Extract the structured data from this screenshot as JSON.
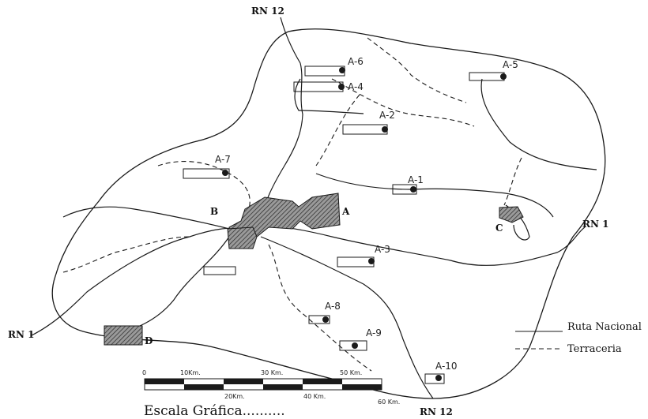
{
  "roads": {
    "rn12_top": "RN 12",
    "rn12_bottom": "RN 12",
    "rn1_left": "RN 1",
    "rn1_right": "RN 1"
  },
  "zones": {
    "a": "A",
    "b": "B",
    "c": "C",
    "d": "D"
  },
  "sites": {
    "a1": "A-1",
    "a2": "A-2",
    "a3": "A-3",
    "a4": "A-4",
    "a5": "A-5",
    "a6": "A-6",
    "a7": "A-7",
    "a8": "A-8",
    "a9": "A-9",
    "a10": "A-10"
  },
  "legend": {
    "ruta_nacional": "Ruta Nacional",
    "terraceria": "Terraceria"
  },
  "scale": {
    "title": "Escala Gráfica..........",
    "ticks_top": [
      "0",
      "10Km.",
      "30 Km.",
      "50 Km."
    ],
    "ticks_bottom": [
      "20Km.",
      "40 Km.",
      "60 Km."
    ]
  },
  "colors": {
    "ink": "#1a1a1a",
    "hatch": "#555555"
  }
}
